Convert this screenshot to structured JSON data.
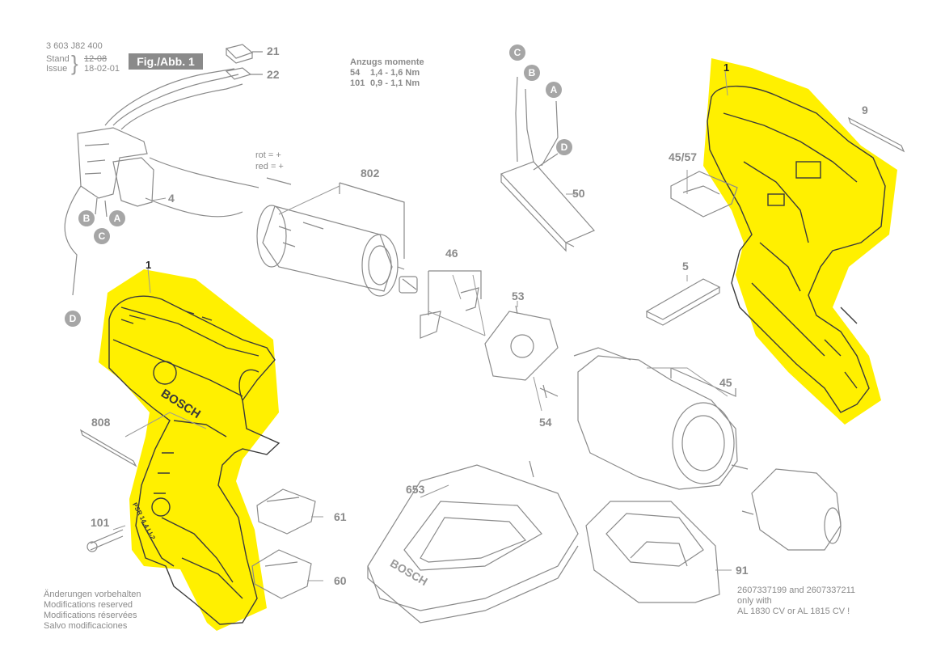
{
  "header": {
    "part_number": "3 603 J82 400",
    "stand_label": "Stand",
    "issue_label": "Issue",
    "stand_value": "12-08",
    "issue_value": "18-02-01",
    "figure_label": "Fig./Abb. 1"
  },
  "torque": {
    "title": "Anzugs momente",
    "rows": [
      {
        "part": "54",
        "value": "1,4 - 1,6 Nm"
      },
      {
        "part": "101",
        "value": "0,9 - 1,1 Nm"
      }
    ]
  },
  "wire_legend": {
    "rot": "rot = +",
    "red": "red = +"
  },
  "part_labels": {
    "p1a": "1",
    "p1b": "1",
    "p4": "4",
    "p5": "5",
    "p9": "9",
    "p21": "21",
    "p22": "22",
    "p45": "45",
    "p4557": "45/57",
    "p46": "46",
    "p50": "50",
    "p53": "53",
    "p54": "54",
    "p60": "60",
    "p61": "61",
    "p91": "91",
    "p101": "101",
    "p653": "653",
    "p802": "802",
    "p808": "808"
  },
  "connectors": {
    "A1": "A",
    "B1": "B",
    "C1": "C",
    "D1": "D",
    "A2": "A",
    "B2": "B",
    "C2": "C",
    "D2": "D"
  },
  "housing_text": {
    "brand": "BOSCH",
    "model": "PSR 14,4 LI-2"
  },
  "charger_text": {
    "brand": "BOSCH"
  },
  "battery_note": {
    "line1": "2607337199 and 2607337211",
    "line2": "only with",
    "line3": "AL 1830 CV or AL 1815 CV !"
  },
  "footer_notes": [
    "Änderungen vorbehalten",
    "Modifications reserved",
    "Modifications réservées",
    "Salvo modificaciones"
  ],
  "colors": {
    "highlight": "#fff000",
    "line": "#9a9a9a",
    "dark_line": "#3a3a3a",
    "badge": "#a6a6a6"
  }
}
